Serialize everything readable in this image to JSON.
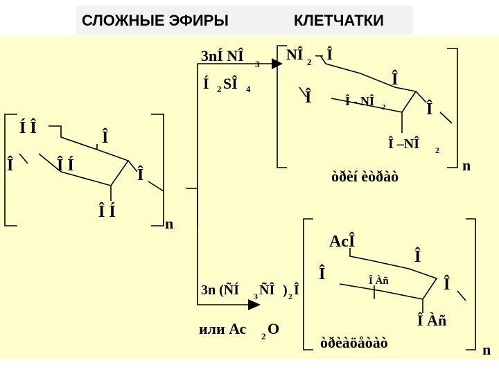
{
  "title": {
    "part1": "СЛОЖНЫЕ ЭФИРЫ",
    "part2": "КЛЕТЧАТКИ"
  },
  "cellulose": {
    "label_oh_top": "Í Î",
    "label_o_ring": "Î",
    "label_o_left": "Î",
    "label_h_left": "Î Í",
    "label_o_right": "Î",
    "label_oh_bottom": "Î Í",
    "subscript_n": "n"
  },
  "reagents_top": {
    "line1_main": "3nÍ NÎ",
    "line1_sub": "3",
    "line2_main": "Í",
    "line2_sub1": "2",
    "line2_mid": "SÎ",
    "line2_sub2": "4"
  },
  "trinitrate": {
    "label_no2_top": "NÎ",
    "label_no2_top_sub": "2",
    "label_no2_top_o": "– Î",
    "label_o_ring": "Î",
    "label_o_left": "Î",
    "label_ono2_mid": "Î - NÎ",
    "label_ono2_mid_sub": "2",
    "label_o_right": "Î",
    "label_ono2_bottom": "Î –NÎ",
    "label_ono2_bottom_sub": "2",
    "subscript_n": "n",
    "name": "òðèí èòðàò"
  },
  "reagents_bottom": {
    "line1_a": "3n (ÑÍ",
    "line1_sub1": "3",
    "line1_b": "ÑÎ",
    "line1_c": ")",
    "line1_sub2": "2",
    "line1_d": "Î",
    "line2_a": "или Ас",
    "line2_sub": "2",
    "line2_b": "О"
  },
  "triacetate": {
    "label_aco_top": "AcÎ",
    "label_o_ring": "Î",
    "label_o_left": "Î",
    "label_oac_mid": "Î Àñ",
    "label_o_right": "Î",
    "label_oac_bottom": "Î Àñ",
    "subscript_n": "n",
    "name": "òðèàöåòàò"
  }
}
